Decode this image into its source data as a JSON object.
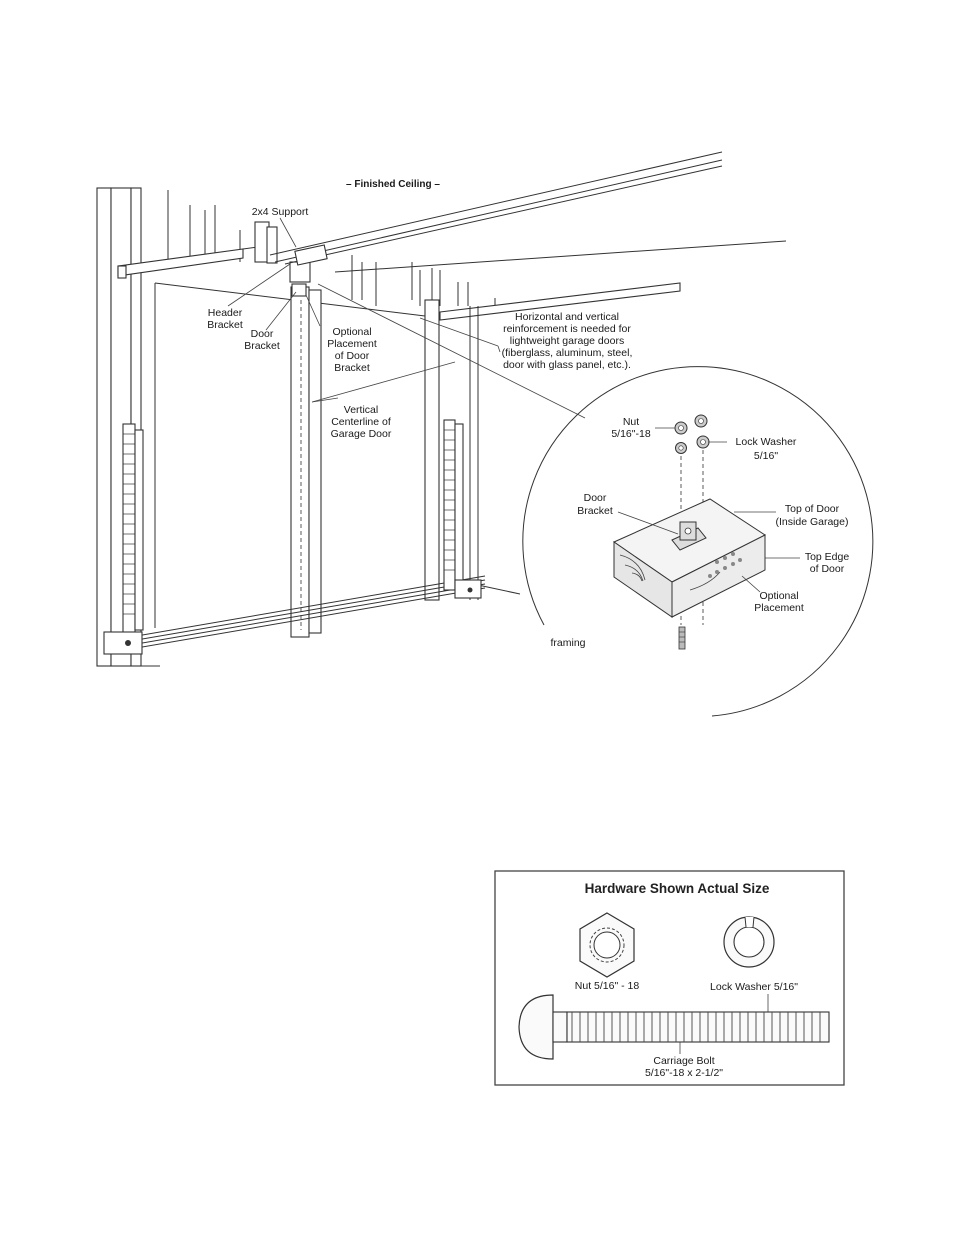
{
  "diagram": {
    "ceiling_label": "– Finished Ceiling –",
    "support_label": "2x4 Support",
    "header_bracket": [
      "Header",
      "Bracket"
    ],
    "door_bracket": [
      "Door",
      "Bracket"
    ],
    "optional_placement": [
      "Optional",
      "Placement",
      "of Door",
      "Bracket"
    ],
    "reinforcement_note": [
      "Horizontal and vertical",
      "reinforcement is needed for",
      "lightweight garage doors",
      "(fiberglass, aluminum, steel,",
      "door with glass panel, etc.)."
    ],
    "centerline": [
      "Vertical",
      "Centerline of",
      "Garage Door"
    ],
    "detail": {
      "nut": [
        "Nut",
        "5/16\"-18"
      ],
      "lock_washer": [
        "Lock Washer",
        "5/16\""
      ],
      "door_bracket": [
        "Door",
        "Bracket"
      ],
      "top_of_door": [
        "Top of Door",
        "(Inside Garage)"
      ],
      "top_edge": [
        "Top Edge",
        "of Door"
      ],
      "optional": [
        "Optional",
        "Placement"
      ],
      "framing": "framing"
    }
  },
  "hardware": {
    "title": "Hardware Shown Actual Size",
    "nut_label": "Nut  5/16\" - 18",
    "washer_label": "Lock Washer  5/16\"",
    "bolt_label": [
      "Carriage Bolt",
      "5/16\"-18 x 2-1/2\""
    ]
  }
}
